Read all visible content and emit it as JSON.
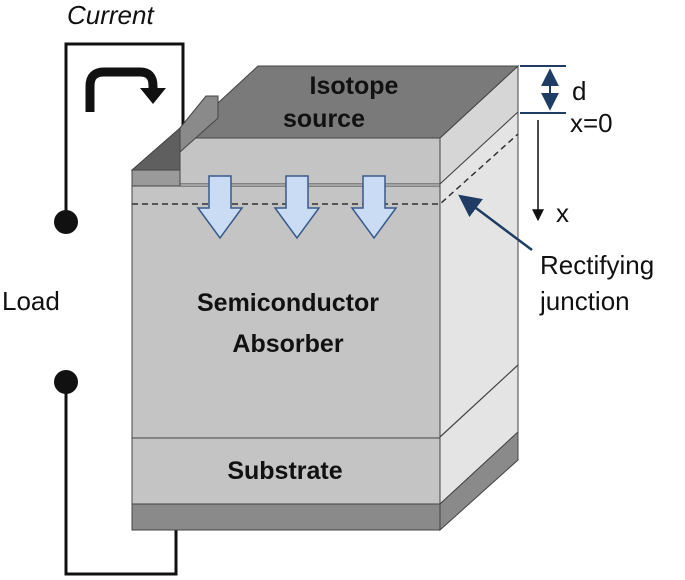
{
  "labels": {
    "current": "Current",
    "load": "Load",
    "isotope_line1": "Isotope",
    "isotope_line2": "source",
    "semiconductor_line1": "Semiconductor",
    "semiconductor_line2": "Absorber",
    "substrate": "Substrate",
    "thickness": "d",
    "origin": "x=0",
    "depth_axis": "x",
    "junction_line1": "Rectifying",
    "junction_line2": "junction"
  },
  "colors": {
    "front_face": "#c4c4c4",
    "side_face": "#e4e4e4",
    "top_face": "#7a7a7a",
    "dark_band": "#8a8a8a",
    "flux_arrow_fill": "#c9dcf3",
    "flux_arrow_stroke": "#3a5a8a",
    "dimension_arrow": "#1f3c64"
  }
}
